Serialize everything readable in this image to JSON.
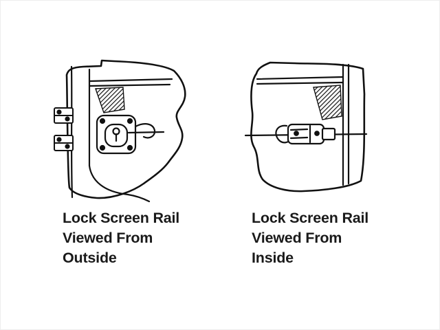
{
  "page": {
    "background": "#ffffff",
    "ink": "#1a1a1a"
  },
  "figures": [
    {
      "name": "lock-screen-rail-outside",
      "caption_lines": [
        "Lock Screen Rail",
        "Viewed From",
        "Outside"
      ]
    },
    {
      "name": "lock-screen-rail-inside",
      "caption_lines": [
        "Lock Screen Rail",
        "Viewed From",
        "Inside"
      ]
    }
  ]
}
